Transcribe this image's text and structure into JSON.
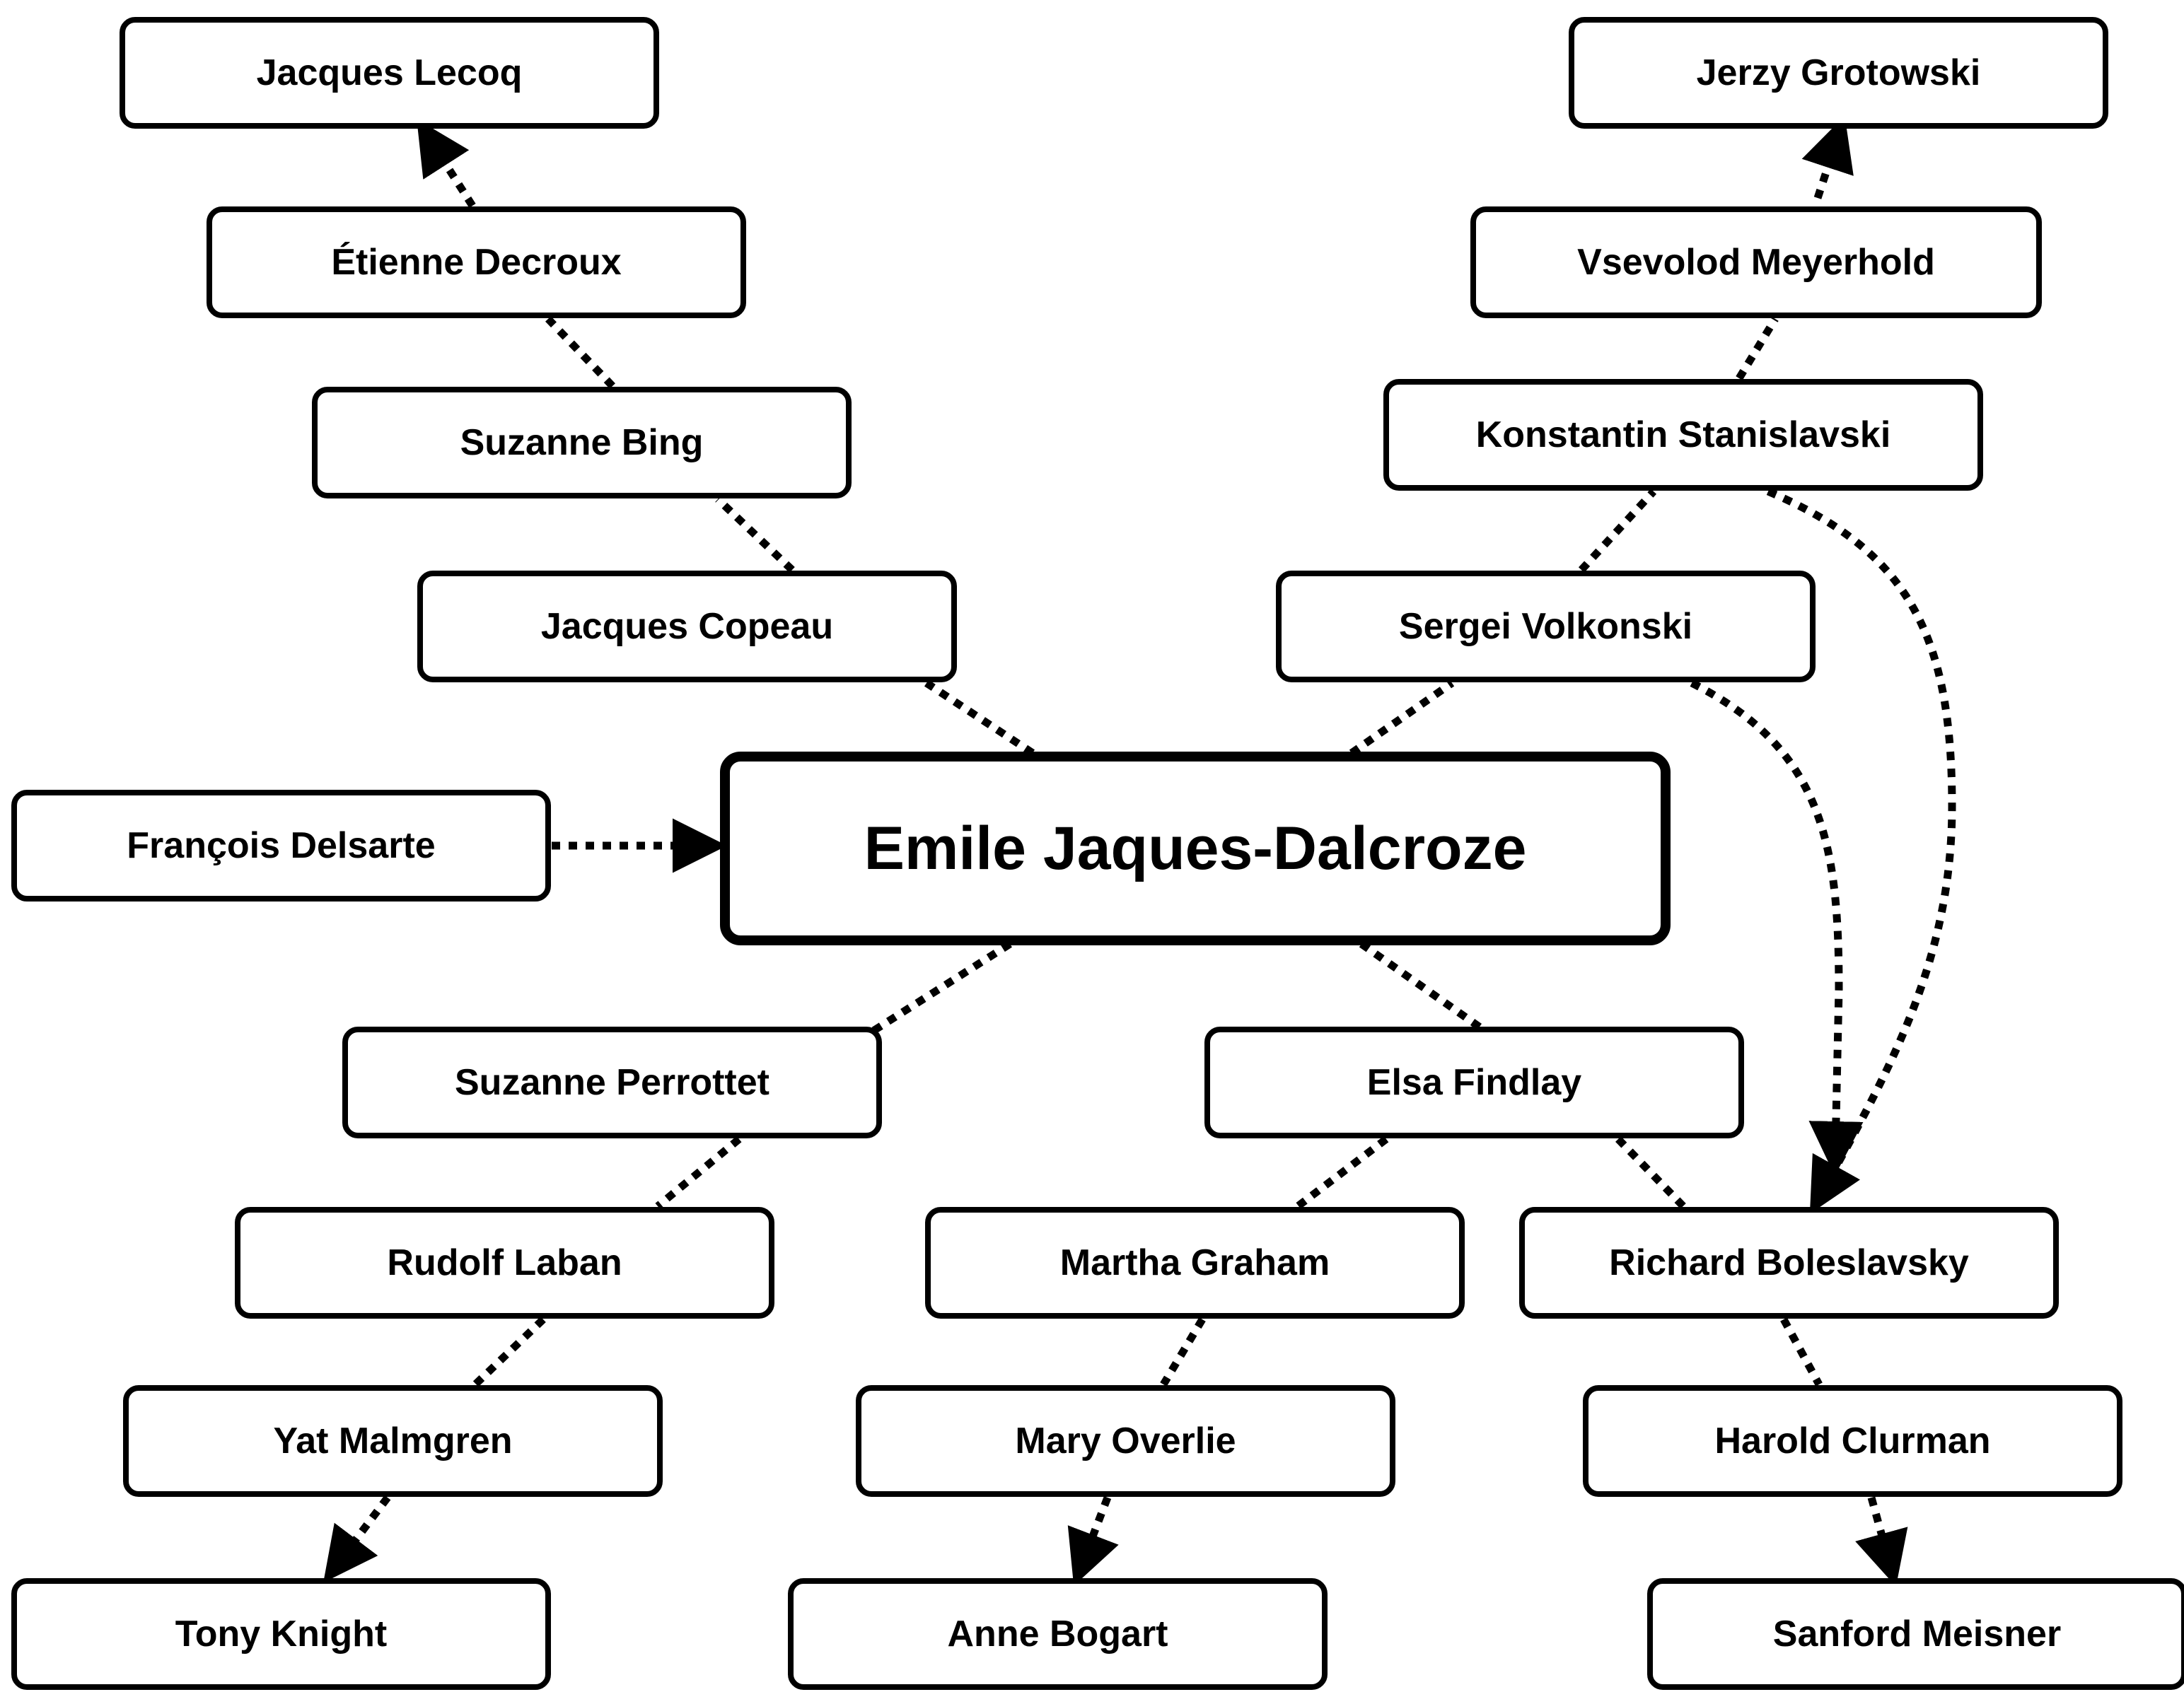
{
  "diagram": {
    "type": "influence-tree",
    "center": "dalcroze",
    "nodes": [
      {
        "id": "lecoq",
        "label": "Jacques Lecoq"
      },
      {
        "id": "grotowski",
        "label": "Jerzy Grotowski"
      },
      {
        "id": "decroux",
        "label": "Étienne Decroux"
      },
      {
        "id": "meyerhold",
        "label": "Vsevolod Meyerhold"
      },
      {
        "id": "bing",
        "label": "Suzanne Bing"
      },
      {
        "id": "stanislavski",
        "label": "Konstantin Stanislavski"
      },
      {
        "id": "copeau",
        "label": "Jacques Copeau"
      },
      {
        "id": "volkonski",
        "label": "Sergei Volkonski"
      },
      {
        "id": "delsarte",
        "label": "François Delsarte"
      },
      {
        "id": "dalcroze",
        "label": "Emile Jaques-Dalcroze"
      },
      {
        "id": "perrottet",
        "label": "Suzanne Perrottet"
      },
      {
        "id": "findlay",
        "label": "Elsa Findlay"
      },
      {
        "id": "laban",
        "label": "Rudolf Laban"
      },
      {
        "id": "graham",
        "label": "Martha Graham"
      },
      {
        "id": "boleslavsky",
        "label": "Richard Boleslavsky"
      },
      {
        "id": "malmgren",
        "label": "Yat Malmgren"
      },
      {
        "id": "overlie",
        "label": "Mary Overlie"
      },
      {
        "id": "clurman",
        "label": "Harold Clurman"
      },
      {
        "id": "knight",
        "label": "Tony Knight"
      },
      {
        "id": "bogart",
        "label": "Anne Bogart"
      },
      {
        "id": "meisner",
        "label": "Sanford Meisner"
      }
    ],
    "edges": [
      {
        "from": "decroux",
        "to": "lecoq",
        "arrow": true
      },
      {
        "from": "bing",
        "to": "decroux",
        "arrow": false
      },
      {
        "from": "copeau",
        "to": "bing",
        "arrow": false
      },
      {
        "from": "dalcroze",
        "to": "copeau",
        "arrow": false
      },
      {
        "from": "meyerhold",
        "to": "grotowski",
        "arrow": true
      },
      {
        "from": "stanislavski",
        "to": "meyerhold",
        "arrow": false
      },
      {
        "from": "volkonski",
        "to": "stanislavski",
        "arrow": false
      },
      {
        "from": "dalcroze",
        "to": "volkonski",
        "arrow": false
      },
      {
        "from": "delsarte",
        "to": "dalcroze",
        "arrow": true
      },
      {
        "from": "dalcroze",
        "to": "perrottet",
        "arrow": false
      },
      {
        "from": "perrottet",
        "to": "laban",
        "arrow": false
      },
      {
        "from": "laban",
        "to": "malmgren",
        "arrow": false
      },
      {
        "from": "malmgren",
        "to": "knight",
        "arrow": true
      },
      {
        "from": "dalcroze",
        "to": "findlay",
        "arrow": false
      },
      {
        "from": "findlay",
        "to": "graham",
        "arrow": false
      },
      {
        "from": "graham",
        "to": "overlie",
        "arrow": false
      },
      {
        "from": "overlie",
        "to": "bogart",
        "arrow": true
      },
      {
        "from": "findlay",
        "to": "boleslavsky",
        "arrow": false
      },
      {
        "from": "volkonski",
        "to": "boleslavsky",
        "arrow": true
      },
      {
        "from": "stanislavski",
        "to": "boleslavsky",
        "arrow": true
      },
      {
        "from": "boleslavsky",
        "to": "clurman",
        "arrow": false
      },
      {
        "from": "clurman",
        "to": "meisner",
        "arrow": true
      }
    ]
  }
}
